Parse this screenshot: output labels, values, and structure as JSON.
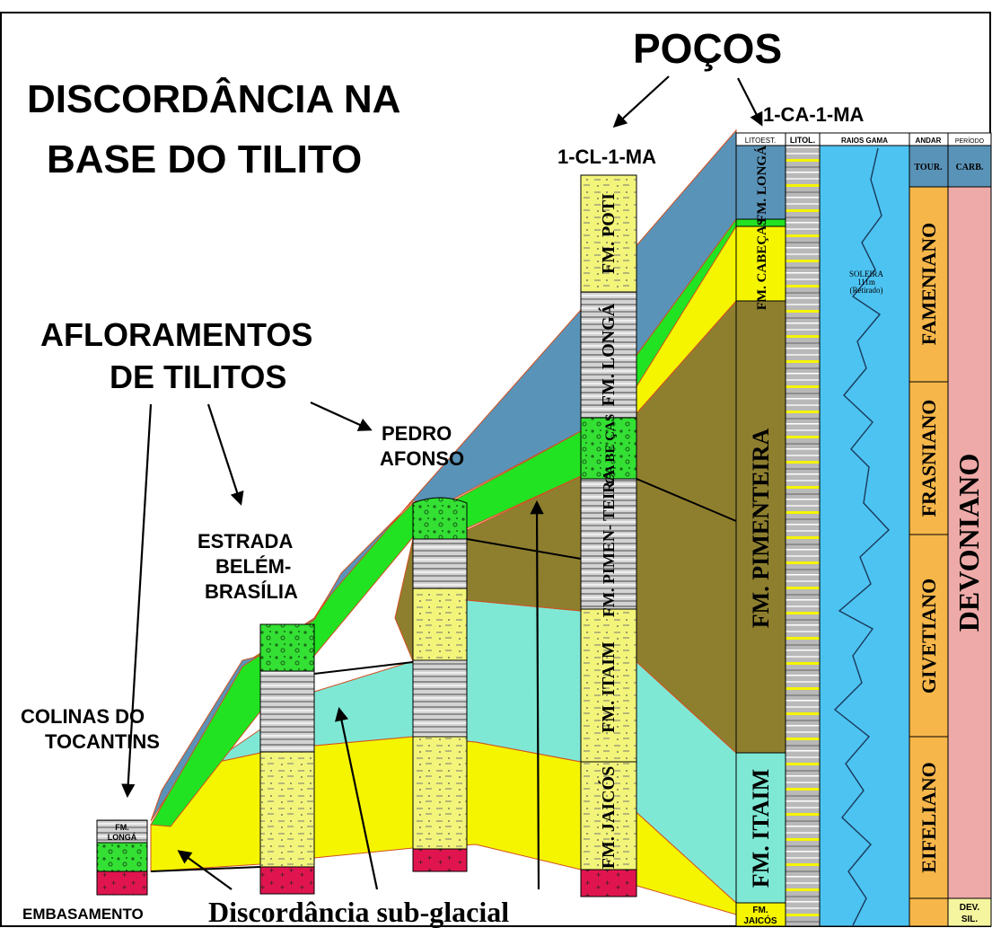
{
  "title_line1": "DISCORDÂNCIA NA",
  "title_line2": "BASE DO TILITO",
  "pocos": "POÇOS",
  "well_cl": "1-CL-1-MA",
  "well_ca": "1-CA-1-MA",
  "aflor_line1": "AFLORAMENTOS",
  "aflor_line2": "DE TILITOS",
  "pedro_line1": "PEDRO",
  "pedro_line2": "AFONSO",
  "estrada_line1": "ESTRADA",
  "estrada_line2": "BELÉM-",
  "estrada_line3": "BRASÍLIA",
  "colinas_line1": "COLINAS DO",
  "colinas_line2": "TOCANTINS",
  "embasamento": "EMBASAMENTO",
  "discordancia": "Discordância sub-glacial",
  "fm_longa_small_1": "FM.",
  "fm_longa_small_2": "LONGÁ",
  "cl_poti": "FM. POTI",
  "cl_longa": "FM. LONGÁ",
  "cl_cabecas": "CA BE ÇAS",
  "cl_pimenteira": "FM. PIMEN- TEIRA",
  "cl_itaim": "FM. ITAIM",
  "cl_jaicos": "FM. JAICÓS",
  "hdr_litoest": "LITOEST.",
  "hdr_litol": "LITOL.",
  "hdr_raios": "RAIOS GAMA",
  "hdr_andar": "ANDAR",
  "hdr_periodo": "PERÍODO",
  "ca_longa": "FM. LONGÁ",
  "ca_cabecas": "FM. CABEÇAS",
  "ca_pimenteira": "FM. PIMENTEIRA",
  "ca_itaim": "FM. ITAIM",
  "ca_jaicos_1": "FM.",
  "ca_jaicos_2": "JAICÓS",
  "soleira_1": "SOLEIRA",
  "soleira_2": "111m",
  "soleira_3": "(Retirado)",
  "andar_tour": "TOUR.",
  "andar_fameniano": "FAMENIANO",
  "andar_frasniano": "FRASNIANO",
  "andar_givetiano": "GIVETIANO",
  "andar_eifeliano": "EIFELIANO",
  "periodo_carb": "CARB.",
  "periodo_devoniano": "DEVONIANO",
  "periodo_dev_1": "DEV.",
  "periodo_dev_2": "SIL.",
  "colors": {
    "yellow": "#f5f500",
    "green": "#21e321",
    "cyan": "#7ee8d5",
    "olive": "#8e7f2f",
    "blue": "#5a93b8",
    "red": "#e0154f",
    "andar": "#f6b64a",
    "periodo": "#eeaaa8",
    "gamma": "#4dc3f2"
  }
}
